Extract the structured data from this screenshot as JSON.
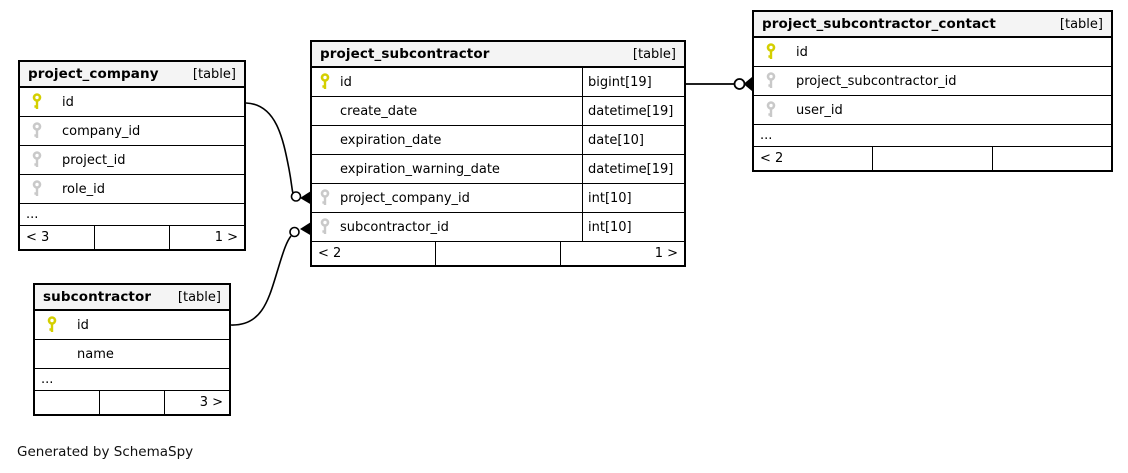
{
  "generator_note": "Generated by SchemaSpy",
  "colors": {
    "primary_key": "#d4cf00",
    "foreign_key": "#c9c9c9",
    "header_bg": "#f4f4f4",
    "border": "#000000"
  },
  "tables": [
    {
      "name": "project_company",
      "badge": "[table]",
      "columns": [
        {
          "label": "id",
          "key": "pk"
        },
        {
          "label": "company_id",
          "key": "fk"
        },
        {
          "label": "project_id",
          "key": "fk"
        },
        {
          "label": "role_id",
          "key": "fk"
        }
      ],
      "ellipsis": "...",
      "footer": {
        "left": "< 3",
        "center": "",
        "right": "1 >"
      }
    },
    {
      "name": "project_subcontractor",
      "badge": "[table]",
      "columns": [
        {
          "label": "id",
          "key": "pk",
          "type": "bigint[19]"
        },
        {
          "label": "create_date",
          "key": "",
          "type": "datetime[19]"
        },
        {
          "label": "expiration_date",
          "key": "",
          "type": "date[10]"
        },
        {
          "label": "expiration_warning_date",
          "key": "",
          "type": "datetime[19]"
        },
        {
          "label": "project_company_id",
          "key": "fk",
          "type": "int[10]"
        },
        {
          "label": "subcontractor_id",
          "key": "fk",
          "type": "int[10]"
        }
      ],
      "footer": {
        "left": "< 2",
        "center": "",
        "right": "1 >"
      }
    },
    {
      "name": "project_subcontractor_contact",
      "badge": "[table]",
      "columns": [
        {
          "label": "id",
          "key": "pk"
        },
        {
          "label": "project_subcontractor_id",
          "key": "fk"
        },
        {
          "label": "user_id",
          "key": "fk"
        }
      ],
      "ellipsis": "...",
      "footer": {
        "left": "< 2",
        "center": "",
        "right": ""
      }
    },
    {
      "name": "subcontractor",
      "badge": "[table]",
      "columns": [
        {
          "label": "id",
          "key": "pk"
        },
        {
          "label": "name",
          "key": ""
        }
      ],
      "ellipsis": "...",
      "footer": {
        "left": "",
        "center": "",
        "right": "3 >"
      }
    }
  ],
  "relationships": [
    {
      "from": "project_company.id",
      "to": "project_subcontractor.project_company_id"
    },
    {
      "from": "subcontractor.id",
      "to": "project_subcontractor.subcontractor_id"
    },
    {
      "from": "project_subcontractor.id",
      "to": "project_subcontractor_contact.project_subcontractor_id"
    }
  ]
}
